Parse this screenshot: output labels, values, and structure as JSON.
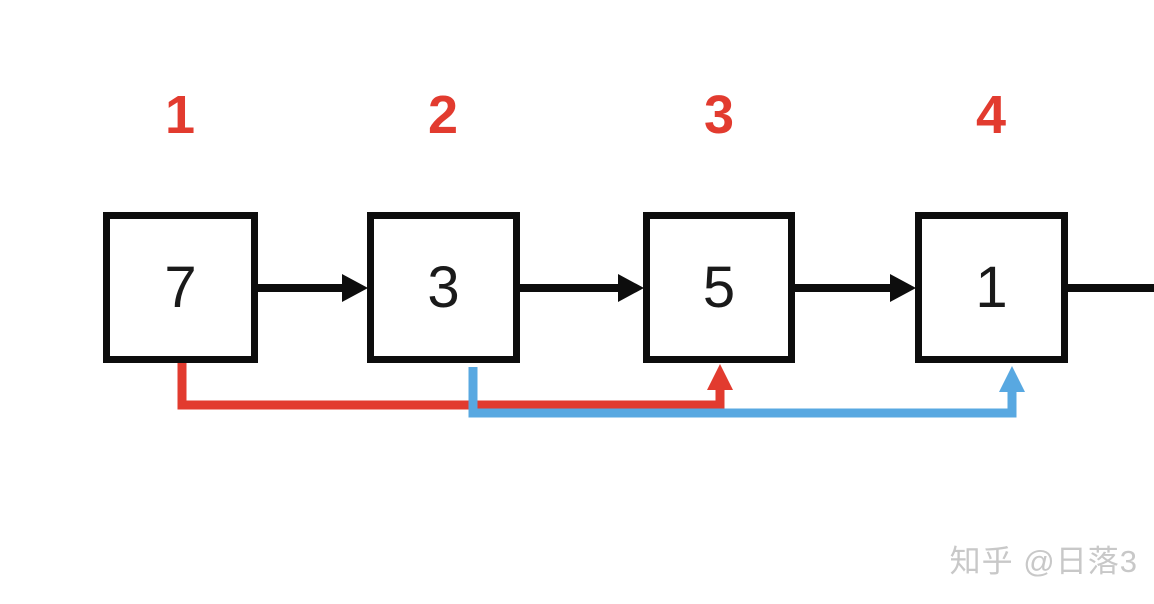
{
  "diagram": {
    "type": "linked-list",
    "nodes": [
      {
        "index_label": "1",
        "value": "7"
      },
      {
        "index_label": "2",
        "value": "3"
      },
      {
        "index_label": "3",
        "value": "5"
      },
      {
        "index_label": "4",
        "value": "1"
      }
    ],
    "connectors": [
      {
        "type": "next-pointer",
        "color": "black",
        "from": "node-1",
        "to": "node-2"
      },
      {
        "type": "next-pointer",
        "color": "black",
        "from": "node-2",
        "to": "node-3"
      },
      {
        "type": "next-pointer",
        "color": "black",
        "from": "node-3",
        "to": "node-4"
      },
      {
        "type": "next-pointer",
        "color": "black",
        "from": "node-4",
        "to": "off-screen-right"
      },
      {
        "type": "skip-pointer",
        "color": "red",
        "from": "node-1",
        "to": "node-3"
      },
      {
        "type": "skip-pointer",
        "color": "blue",
        "from": "node-2",
        "to": "node-4"
      }
    ]
  },
  "colors": {
    "index_red": "#e23b2f",
    "arrow_red": "#e23b2f",
    "arrow_blue": "#58a8e1",
    "node_black": "#0d0d0d",
    "watermark_gray": "#c8c8c8"
  },
  "watermark": {
    "text": "知乎 @日落3"
  }
}
